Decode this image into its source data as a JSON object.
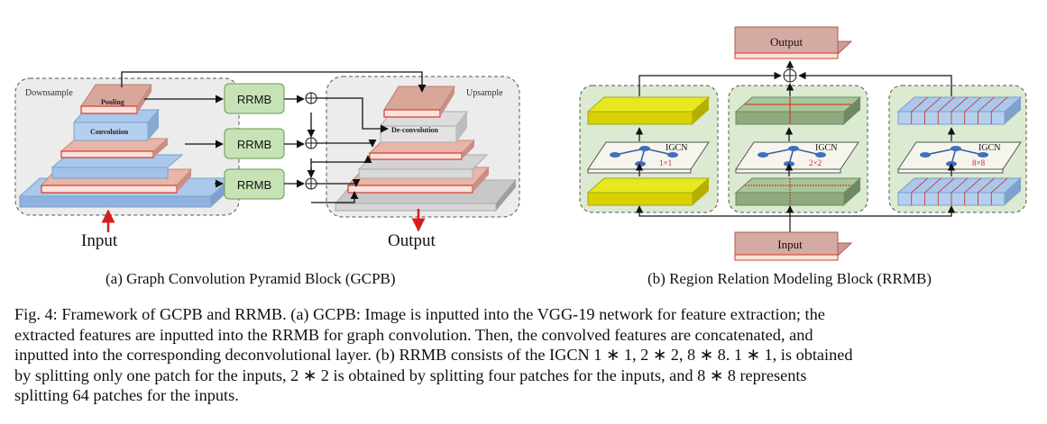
{
  "gcpb": {
    "downsample_label": "Downsample",
    "upsample_label": "Upsample",
    "pooling_label": "Pooling",
    "convolution_label": "Convolution",
    "deconvolution_label": "De-convolution",
    "rrmb_labels": [
      "RRMB",
      "RRMB",
      "RRMB"
    ],
    "input_label": "Input",
    "output_label": "Output",
    "subcaption": "(a) Graph Convolution Pyramid Block (GCPB)"
  },
  "rrmb": {
    "output_label": "Output",
    "input_label": "Input",
    "igcn_label": "IGCN",
    "splits": [
      "1×1",
      "2×2",
      "8×8"
    ],
    "subcaption": "(b) Region Relation Modeling Block (RRMB)"
  },
  "caption_lines": [
    "Fig. 4: Framework of GCPB and RRMB. (a) GCPB: Image is inputted into the VGG-19 network for feature extraction; the",
    "extracted features are inputted into the RRMB for graph convolution. Then, the convolved features are concatenated, and",
    "inputted into the corresponding deconvolutional layer. (b) RRMB consists of the IGCN 1 ∗ 1, 2 ∗ 2, 8 ∗ 8. 1 ∗ 1, is obtained",
    "by splitting only one patch for the inputs, 2 ∗ 2 is obtained by splitting four patches for the inputs, and 8 ∗ 8 represents",
    "splitting 64 patches for the inputs."
  ]
}
